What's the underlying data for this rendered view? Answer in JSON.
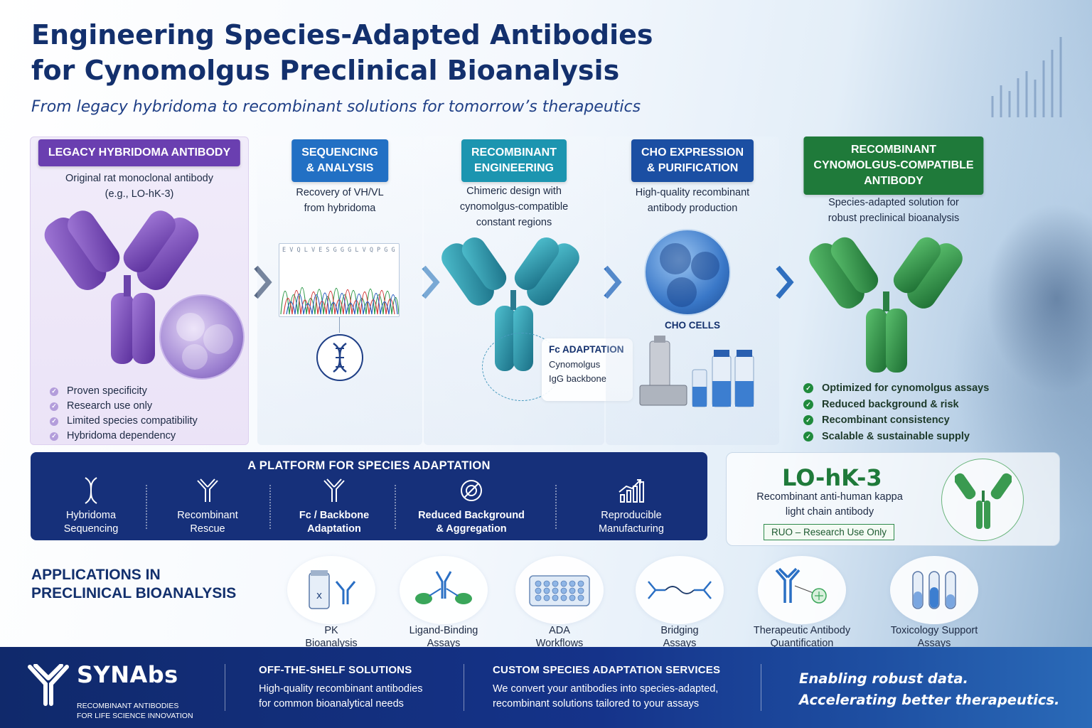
{
  "header": {
    "title_line1": "Engineering Species-Adapted Antibodies",
    "title_line2": "for Cynomolgus Preclinical Bioanalysis",
    "subtitle": "From legacy hybridoma to recombinant solutions for tomorrow’s therapeutics"
  },
  "steps": [
    {
      "head": "LEGACY HYBRIDOMA ANTIBODY",
      "desc_line1": "Original rat monoclonal antibody",
      "desc_line2": "(e.g., LO-hK-3)",
      "bullets": [
        "Proven specificity",
        "Research use only",
        "Limited species compatibility",
        "Hybridoma dependency"
      ],
      "color": "#6a3fb0"
    },
    {
      "head_line1": "SEQUENCING",
      "head_line2": "& ANALYSIS",
      "desc_line1": "Recovery of VH/VL",
      "desc_line2": "from hybridoma",
      "sequence": "E V Q L V E S G G G L V Q P G G S",
      "color": "#2270c4"
    },
    {
      "head_line1": "RECOMBINANT",
      "head_line2": "ENGINEERING",
      "desc_line1": "Chimeric design with",
      "desc_line2": "cynomolgus-compatible",
      "desc_line3": "constant regions",
      "fc_title": "Fc ADAPTATION",
      "fc_line1": "Cynomolgus",
      "fc_line2": "IgG backbone",
      "color": "#1c95b0"
    },
    {
      "head_line1": "CHO EXPRESSION",
      "head_line2": "& PURIFICATION",
      "desc_line1": "High-quality recombinant",
      "desc_line2": "antibody production",
      "cells_label": "CHO CELLS",
      "color": "#1b4fa3"
    },
    {
      "head_line1": "RECOMBINANT",
      "head_line2": "CYNOMOLGUS-COMPATIBLE",
      "head_line3": "ANTIBODY",
      "desc_line1": "Species-adapted solution for",
      "desc_line2": "robust preclinical bioanalysis",
      "bullets": [
        "Optimized for cynomolgus assays",
        "Reduced background & risk",
        "Recombinant consistency",
        "Scalable & sustainable supply"
      ],
      "color": "#1f7a3a"
    }
  ],
  "platform": {
    "title": "A PLATFORM FOR SPECIES ADAPTATION",
    "items": [
      {
        "l1": "Hybridoma",
        "l2": "Sequencing",
        "icon": "dna-icon"
      },
      {
        "l1": "Recombinant",
        "l2": "Rescue",
        "icon": "antibody-icon"
      },
      {
        "l1": "Fc / Backbone",
        "l2": "Adaptation",
        "icon": "antibody-icon"
      },
      {
        "l1": "Reduced Background",
        "l2": "& Aggregation",
        "icon": "target-icon"
      },
      {
        "l1": "Reproducible",
        "l2": "Manufacturing",
        "icon": "growth-chart-icon"
      }
    ]
  },
  "product": {
    "name": "LO-hK-3",
    "desc_line1": "Recombinant anti-human kappa",
    "desc_line2": "light chain antibody",
    "ruo": "RUO – Research Use Only"
  },
  "applications": {
    "title_line1": "APPLICATIONS IN",
    "title_line2": "PRECLINICAL BIOANALYSIS",
    "items": [
      {
        "l1": "PK",
        "l2": "Bioanalysis",
        "icon": "vial-antibody-icon"
      },
      {
        "l1": "Ligand-Binding",
        "l2": "Assays",
        "icon": "ligand-binding-icon"
      },
      {
        "l1": "ADA",
        "l2": "Workflows",
        "icon": "well-plate-icon"
      },
      {
        "l1": "Bridging",
        "l2": "Assays",
        "icon": "bridging-icon"
      },
      {
        "l1": "Therapeutic Antibody",
        "l2": "Quantification",
        "icon": "quantification-icon"
      },
      {
        "l1": "Toxicology Support",
        "l2": "Assays",
        "icon": "test-tubes-icon"
      }
    ]
  },
  "footer": {
    "brand": "SYNAbs",
    "tag_line1": "RECOMBINANT ANTIBODIES",
    "tag_line2": "FOR LIFE SCIENCE INNOVATION",
    "block1_head": "OFF-THE-SHELF SOLUTIONS",
    "block1_l1": "High-quality recombinant antibodies",
    "block1_l2": "for common bioanalytical needs",
    "block2_head": "CUSTOM SPECIES ADAPTATION SERVICES",
    "block2_l1": "We convert your antibodies into species-adapted,",
    "block2_l2": "recombinant solutions tailored to your assays",
    "slogan_l1": "Enabling robust data.",
    "slogan_l2": "Accelerating better therapeutics."
  }
}
